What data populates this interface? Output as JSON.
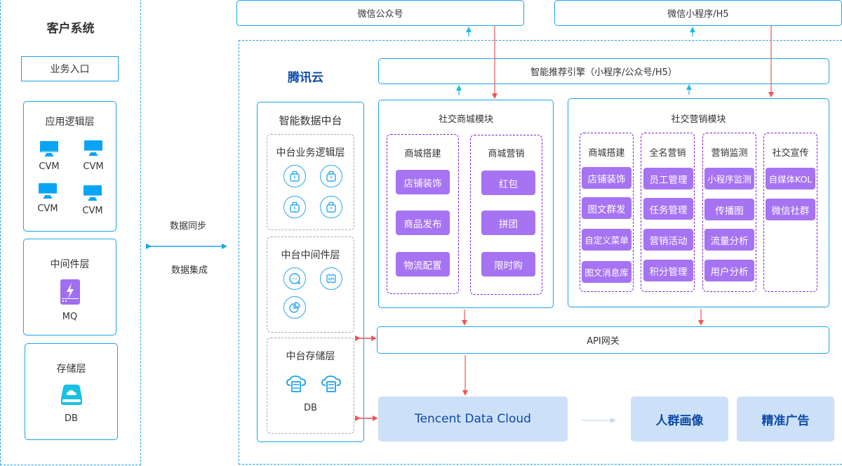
{
  "customer_system": {
    "title": "客户系统",
    "entry": "业务入口",
    "app_layer": {
      "title": "应用逻辑层",
      "items": [
        "CVM",
        "CVM",
        "CVM",
        "CVM"
      ]
    },
    "middleware_layer": {
      "title": "中间件层",
      "item": "MQ"
    },
    "storage_layer": {
      "title": "存储层",
      "item": "DB"
    }
  },
  "sync": {
    "top_label": "数据同步",
    "bottom_label": "数据集成"
  },
  "channels": {
    "wechat_official": "微信公众号",
    "wechat_mini": "微信小程序/H5"
  },
  "tencent_cloud": {
    "title": "腾讯云",
    "recommend_engine": "智能推荐引擎（小程序/公众号/H5）",
    "data_platform": {
      "title": "智能数据中台",
      "business_layer": {
        "title": "中台业务逻辑层",
        "icons": [
          "bag-icon",
          "bag-icon",
          "bag-icon",
          "bag-icon"
        ]
      },
      "middleware_layer": {
        "title": "中台中间件层",
        "icons": [
          "chat-icon",
          "api-icon",
          "pie-chart-icon"
        ]
      },
      "storage_layer": {
        "title": "中台存储层",
        "item": "DB",
        "icons": [
          "cloud-server-icon",
          "cloud-server-icon"
        ]
      }
    },
    "social_mall": {
      "title": "社交商城模块",
      "groups": [
        {
          "title": "商城搭建",
          "items": [
            "店铺装饰",
            "商品发布",
            "物流配置"
          ]
        },
        {
          "title": "商城营销",
          "items": [
            "红包",
            "拼团",
            "限时购"
          ]
        }
      ]
    },
    "social_marketing": {
      "title": "社交营销模块",
      "groups": [
        {
          "title": "商城搭建",
          "items": [
            "店铺装饰",
            "图文群发",
            "自定义菜单",
            "图文消息库"
          ]
        },
        {
          "title": "全名营销",
          "items": [
            "员工管理",
            "任务管理",
            "营销活动",
            "积分管理"
          ]
        },
        {
          "title": "营销监测",
          "items": [
            "小程序监测",
            "传播图",
            "流量分析",
            "用户分析"
          ]
        },
        {
          "title": "社交宣传",
          "items": [
            "自媒体KOL",
            "微信社群"
          ]
        }
      ]
    },
    "api_gateway": "API网关",
    "data_cloud": "Tencent Data Cloud",
    "crowd_profile": "人群画像",
    "precise_ads": "精准广告"
  },
  "colors": {
    "border_blue": "#1aa3e8",
    "arrow_red": "#f05454",
    "arrow_cyan": "#1fbcd9",
    "pill_purple": "#a673f2",
    "group_purple": "#7b1fd6",
    "block_light_blue": "#cce0f7",
    "brand_dark_blue": "#0d4aa8"
  }
}
